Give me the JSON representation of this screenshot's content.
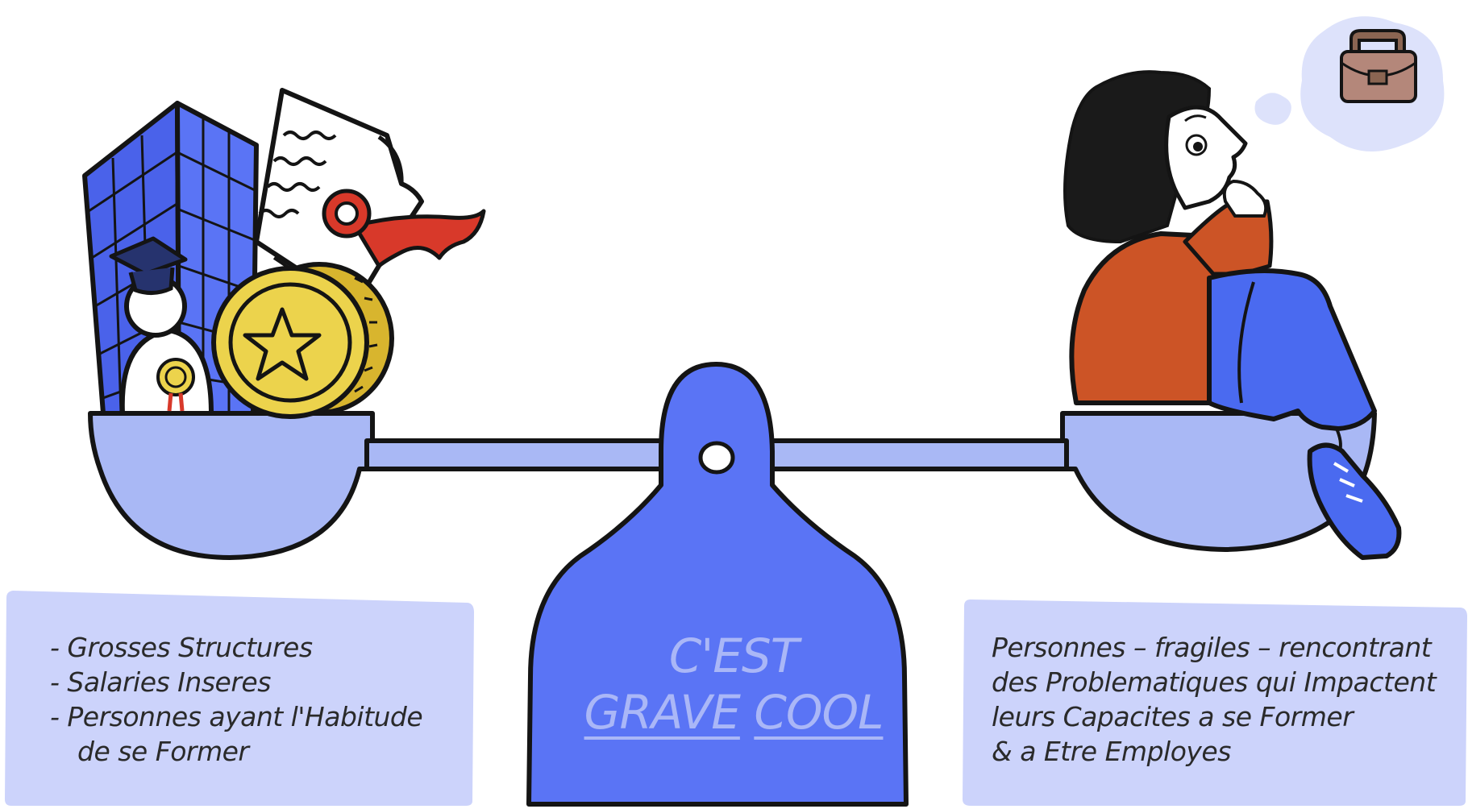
{
  "colors": {
    "pan": "#a9b8f5",
    "base": "#5a74f5",
    "label_bg": "#ccd3fb",
    "outline": "#141414",
    "coin": "#ecd34c",
    "sweater": "#cc5426",
    "jeans": "#4a6af0",
    "ribbon": "#d8392a",
    "building": "#4a62ea"
  },
  "icons": [
    "office-building-icon",
    "certificate-document-icon",
    "graduate-figure-icon",
    "gold-star-coin-icon",
    "thinking-woman-icon",
    "thought-bubble-icon",
    "briefcase-icon"
  ],
  "left_label": {
    "lines": [
      "- Grosses Structures",
      "- Salaries Inseres",
      "- Personnes ayant l'Habitude",
      "de se Former"
    ]
  },
  "right_label": {
    "lines": [
      "Personnes – fragiles – rencontrant",
      "des Problematiques qui Impactent",
      "leurs Capacites a se Former",
      "& a Etre Employes"
    ]
  },
  "center": {
    "line1": "C'EST",
    "word_grave": "GRAVE",
    "word_cool": "COOL"
  }
}
